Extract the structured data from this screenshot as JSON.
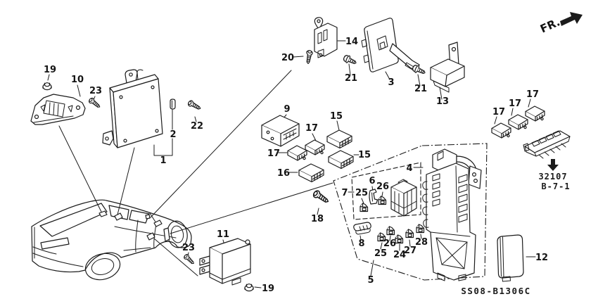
{
  "diagram": {
    "type": "vehicle-parts-exploded-diagram",
    "subject": "control unit / fuse box (cabin)",
    "background_color": "#ffffff",
    "ink_color": "#1b1b1b",
    "direction_indicator": "FR.",
    "part_reference": {
      "part_number": "32107",
      "section_ref": "B-7-1"
    },
    "drawing_code": "SS08-B1306C",
    "callouts": {
      "c19a": "19",
      "c10": "10",
      "c23a": "23",
      "c2": "2",
      "c22": "22",
      "c1": "1",
      "c20": "20",
      "c14": "14",
      "c21a": "21",
      "c3": "3",
      "c21b": "21",
      "c13": "13",
      "c9": "9",
      "c17a": "17",
      "c15a": "15",
      "c17b": "17",
      "c16": "16",
      "c15b": "15",
      "c17c": "17",
      "c17d": "17",
      "c17e": "17",
      "c18": "18",
      "c7": "7",
      "c25a": "25",
      "c6": "6",
      "c26a": "26",
      "c4": "4",
      "c8": "8",
      "c25b": "25",
      "c26b": "26",
      "c24": "24",
      "c27": "27",
      "c28": "28",
      "c5": "5",
      "c11": "11",
      "c23b": "23",
      "c19b": "19",
      "c12": "12"
    }
  }
}
